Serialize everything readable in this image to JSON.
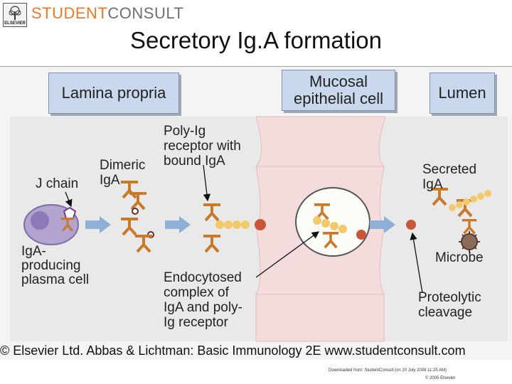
{
  "header": {
    "logo_text": "ELSEVIER",
    "brand_part1": "STUDENT",
    "brand_part2": "CONSULT"
  },
  "title": "Secretory Ig.A formation",
  "diagram": {
    "headers": {
      "lamina_propria": "Lamina propria",
      "mucosal_line1": "Mucosal",
      "mucosal_line2": "epithelial cell",
      "lumen": "Lumen"
    },
    "labels": {
      "j_chain": "J chain",
      "dimeric_1": "Dimeric",
      "dimeric_2": "IgA",
      "polyig_1": "Poly-Ig",
      "polyig_2": "receptor with",
      "polyig_3": "bound IgA",
      "secreted_1": "Secreted",
      "secreted_2": "IgA",
      "iga_prod_1": "IgA-",
      "iga_prod_2": "producing",
      "iga_prod_3": "plasma cell",
      "endo_1": "Endocytosed",
      "endo_2": "complex of",
      "endo_3": "IgA and poly-",
      "endo_4": "Ig receptor",
      "microbe": "Microbe",
      "proteo_1": "Proteolytic",
      "proteo_2": "cleavage"
    },
    "colors": {
      "header_fill": "#c9d8ec",
      "epithelium": "#f5dcdc",
      "antibody": "#c87a2a",
      "bead": "#f3c96e",
      "cleaved_end": "#c8563a",
      "arrow": "#8fb0d6",
      "plasma_cell": "#b2a3cf",
      "microbe": "#8a6a5a"
    }
  },
  "footer": {
    "copyright": "© Elsevier Ltd. Abbas & Lichtman: Basic Immunology 2E www.studentconsult.com",
    "downloaded": "Downloaded from: StudentConsult (on 20 July 2008 11:25 AM)",
    "elsevier_copy": "© 2005 Elsevier"
  }
}
